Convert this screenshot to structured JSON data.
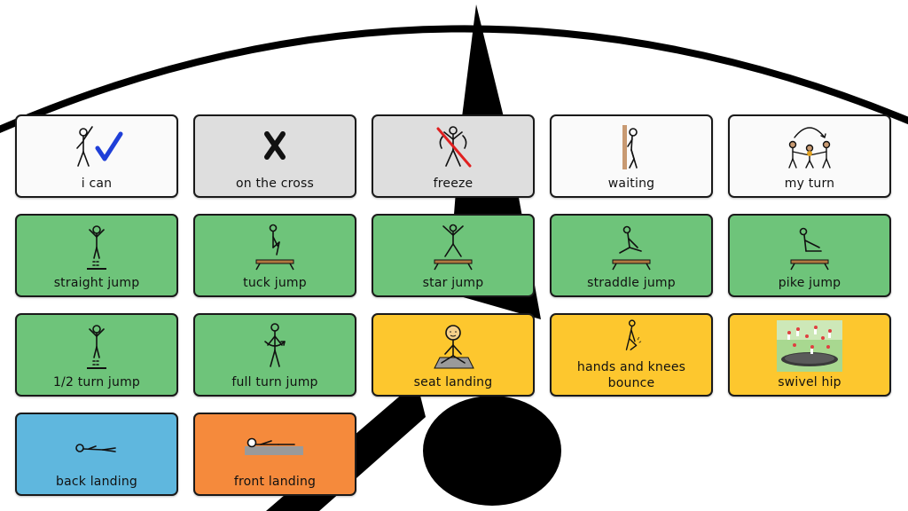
{
  "tiles": [
    {
      "id": "i-can",
      "label": "i can",
      "color": "white",
      "icon": "i-can-icon"
    },
    {
      "id": "on-the-cross",
      "label": "on the cross",
      "color": "grey",
      "icon": "cross-icon"
    },
    {
      "id": "freeze",
      "label": "freeze",
      "color": "grey",
      "icon": "freeze-icon"
    },
    {
      "id": "waiting",
      "label": "waiting",
      "color": "white",
      "icon": "waiting-icon"
    },
    {
      "id": "my-turn",
      "label": "my turn",
      "color": "white",
      "icon": "my-turn-icon"
    },
    {
      "id": "straight-jump",
      "label": "straight jump",
      "color": "green",
      "icon": "straight-jump-icon"
    },
    {
      "id": "tuck-jump",
      "label": "tuck jump",
      "color": "green",
      "icon": "tuck-jump-icon"
    },
    {
      "id": "star-jump",
      "label": "star jump",
      "color": "green",
      "icon": "star-jump-icon"
    },
    {
      "id": "straddle-jump",
      "label": "straddle jump",
      "color": "green",
      "icon": "straddle-jump-icon"
    },
    {
      "id": "pike-jump",
      "label": "pike jump",
      "color": "green",
      "icon": "pike-jump-icon"
    },
    {
      "id": "half-turn-jump",
      "label": "1/2 turn jump",
      "color": "green",
      "icon": "half-turn-jump-icon"
    },
    {
      "id": "full-turn-jump",
      "label": "full turn jump",
      "color": "green",
      "icon": "full-turn-jump-icon"
    },
    {
      "id": "seat-landing",
      "label": "seat landing",
      "color": "yellow",
      "icon": "seat-landing-icon"
    },
    {
      "id": "hands-and-knees-bounce",
      "label": "hands and knees\nbounce",
      "label_line1": "hands and knees",
      "label_line2": "bounce",
      "color": "yellow",
      "icon": "hands-knees-icon"
    },
    {
      "id": "swivel-hip",
      "label": "swivel hip",
      "color": "yellow",
      "icon": "swivel-hip-photo"
    },
    {
      "id": "back-landing",
      "label": "back landing",
      "color": "blue",
      "icon": "back-landing-icon"
    },
    {
      "id": "front-landing",
      "label": "front landing",
      "color": "orange",
      "icon": "front-landing-icon"
    }
  ],
  "colors": {
    "white": "#fafafa",
    "grey": "#dedede",
    "green": "#6ec47a",
    "yellow": "#fdc72e",
    "blue": "#5fb7de",
    "orange": "#f58a3c",
    "check": "#1f3fd8",
    "ban": "#e02020"
  }
}
